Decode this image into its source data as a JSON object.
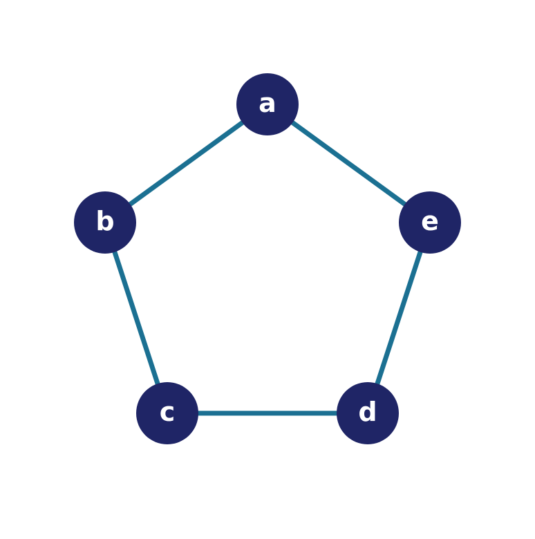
{
  "graph": {
    "nodes": [
      {
        "id": "a",
        "label": "a"
      },
      {
        "id": "b",
        "label": "b"
      },
      {
        "id": "c",
        "label": "c"
      },
      {
        "id": "d",
        "label": "d"
      },
      {
        "id": "e",
        "label": "e"
      }
    ],
    "edges": [
      {
        "source": "a",
        "target": "b"
      },
      {
        "source": "b",
        "target": "c"
      },
      {
        "source": "c",
        "target": "d"
      },
      {
        "source": "d",
        "target": "e"
      },
      {
        "source": "e",
        "target": "a"
      }
    ]
  },
  "colors": {
    "node_fill": "#1f2566",
    "node_text": "#ffffff",
    "edge": "#1b7092",
    "background": "#ffffff"
  }
}
